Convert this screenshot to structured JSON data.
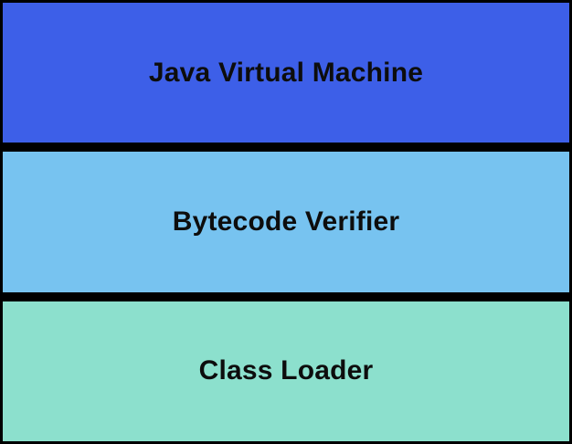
{
  "diagram": {
    "border_color": "#000000",
    "text_color": "#0d0d0d",
    "layers": [
      {
        "id": "jvm",
        "label": "Java Virtual Machine",
        "color": "#3d5fe8"
      },
      {
        "id": "bytecode-verifier",
        "label": "Bytecode Verifier",
        "color": "#77c3f0"
      },
      {
        "id": "class-loader",
        "label": "Class Loader",
        "color": "#8ce0cd"
      }
    ]
  }
}
